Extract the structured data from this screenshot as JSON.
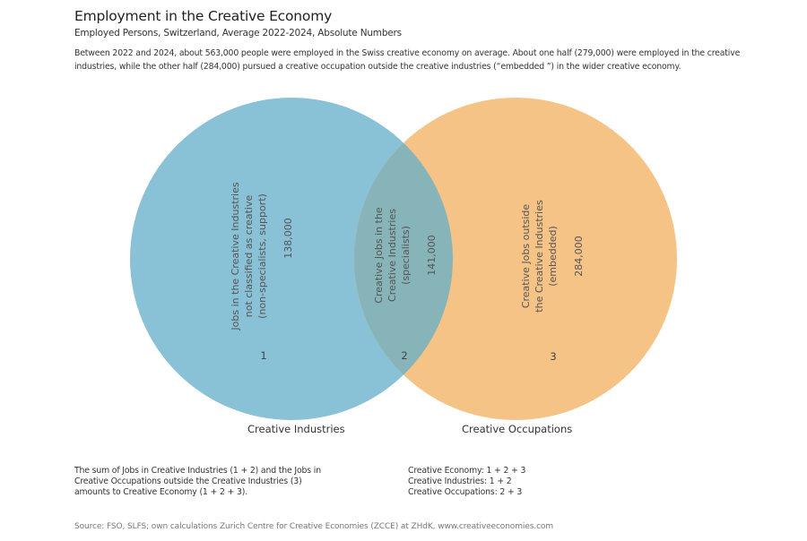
{
  "header": {
    "title": "Employment in the Creative Economy",
    "subtitle": "Employed Persons, Switzerland, Average 2022-2024, Absolute Numbers",
    "intro_lines": [
      "Between 2022 and 2024, about 563,000 people were employed in the Swiss creative economy on average. About one half (279,000) were employed in the creative",
      "industries, while the other half (284,000) pursued a creative occupation outside the creative industries (“embedded ”) in the wider creative economy."
    ]
  },
  "colors": {
    "creative_industries": "#89C1D6",
    "creative_occupations": "#F6C386",
    "overlap": "#86B4B8"
  },
  "venn": {
    "sets": [
      {
        "name": "Creative Industries",
        "label": "Creative Industries"
      },
      {
        "name": "Creative Occupations",
        "label": "Creative Occupations"
      }
    ],
    "regions": [
      {
        "id": "1",
        "number": "1",
        "lines": [
          "Jobs in the Creative Industries",
          "not classified as creative",
          "(non-specialists, support)"
        ],
        "value": "138,000"
      },
      {
        "id": "2",
        "number": "2",
        "lines": [
          "Creative Jobs in the",
          "Creative Industries",
          "(specialists)"
        ],
        "value": "141,000"
      },
      {
        "id": "3",
        "number": "3",
        "lines": [
          "Creative Jobs outside",
          "the Creative Industries",
          "(embedded)"
        ],
        "value": "284,000"
      }
    ]
  },
  "chart_data": {
    "type": "venn",
    "title": "Employment in the Creative Economy",
    "subtitle": "Employed Persons, Switzerland, Average 2022-2024, Absolute Numbers",
    "sets": [
      "Creative Industries",
      "Creative Occupations"
    ],
    "regions": [
      {
        "region": 1,
        "sets": [
          "Creative Industries"
        ],
        "label": "Jobs in the Creative Industries not classified as creative (non-specialists, support)",
        "value": 138000
      },
      {
        "region": 2,
        "sets": [
          "Creative Industries",
          "Creative Occupations"
        ],
        "label": "Creative Jobs in the Creative Industries (specialists)",
        "value": 141000
      },
      {
        "region": 3,
        "sets": [
          "Creative Occupations"
        ],
        "label": "Creative Jobs outside the Creative Industries (embedded)",
        "value": 284000
      }
    ],
    "totals": {
      "Creative Economy": 563000,
      "Creative Industries": 279000,
      "Creative Occupations (embedded)": 284000
    }
  },
  "notes": {
    "left": [
      "The sum of Jobs in Creative Industries (1 + 2) and the Jobs in",
      "Creative Occupations outside the Creative Industries (3)",
      "amounts to Creative Economy (1 + 2 + 3)."
    ],
    "right": [
      "Creative Economy: 1 + 2 + 3",
      "Creative Industries: 1 + 2",
      "Creative Occupations: 2 + 3"
    ]
  },
  "source": "Source: FSO, SLFS; own calculations Zurich Centre for Creative Economies (ZCCE) at ZHdK, www.creativeeconomies.com"
}
